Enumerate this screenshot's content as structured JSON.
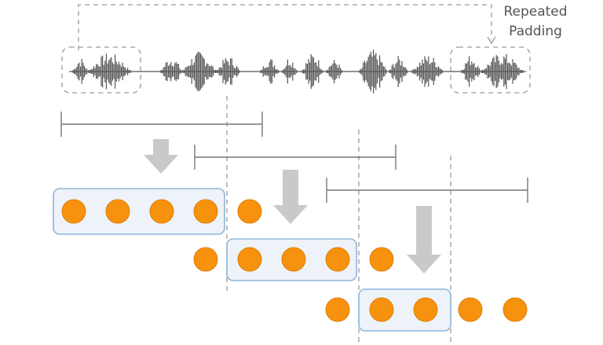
{
  "annotation": {
    "line1": "Repeated",
    "line2": "Padding"
  },
  "rows": [
    {
      "dots": 5,
      "boxed": [
        0,
        1,
        2,
        3
      ]
    },
    {
      "dots": 5,
      "boxed": [
        1,
        2,
        3
      ]
    },
    {
      "dots": 5,
      "boxed": [
        1,
        2
      ]
    }
  ],
  "colors": {
    "dot": "#F7920F",
    "dot_edge": "#E07E05",
    "box_fill": "#EEF3F9",
    "box_edge": "#8FB5DA",
    "arrow": "#C9C9C9",
    "waveform": "#555555",
    "dashed": "#9A9A9A",
    "range_line": "#777777"
  }
}
